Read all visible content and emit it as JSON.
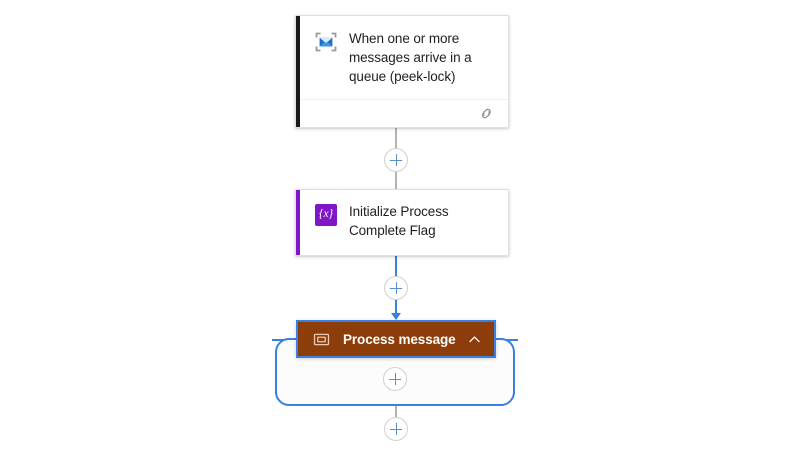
{
  "canvas": {
    "background": "#ffffff",
    "accent_blue": "#3b7fe0",
    "connector_gray": "#b3b3b3"
  },
  "nodes": [
    {
      "id": "trigger",
      "type": "trigger-card",
      "title": "When one or more messages arrive in a queue (peek-lock)",
      "icon": "service-bus-envelope-icon",
      "accent_color": "#1a1a1a",
      "footer_icon": "link-chain-icon",
      "selected": false
    },
    {
      "id": "initialize-variable",
      "type": "action-card",
      "title": "Initialize Process Complete Flag",
      "icon": "variable-braces-icon",
      "icon_label": "{x}",
      "icon_color": "#8016c4",
      "accent_color": "#8016c4",
      "selected": false
    },
    {
      "id": "process-message",
      "type": "scope-card",
      "title": "Process message",
      "icon": "scope-rectangle-icon",
      "header_color": "#8c3d0a",
      "border_color": "#3b7fe0",
      "collapse_icon": "chevron-up-icon",
      "selected": true
    }
  ],
  "connectors": [
    {
      "id": "trigger-to-initialize",
      "color": "#b3b3b3",
      "arrow": false
    },
    {
      "id": "initialize-to-scope",
      "color": "#3b7fe0",
      "arrow": true
    }
  ],
  "add_buttons": [
    {
      "id": "add-step-after-trigger",
      "label": "+"
    },
    {
      "id": "add-step-after-initialize",
      "label": "+"
    },
    {
      "id": "add-step-inside-scope",
      "label": "+"
    },
    {
      "id": "add-step-after-scope",
      "label": "+"
    }
  ]
}
